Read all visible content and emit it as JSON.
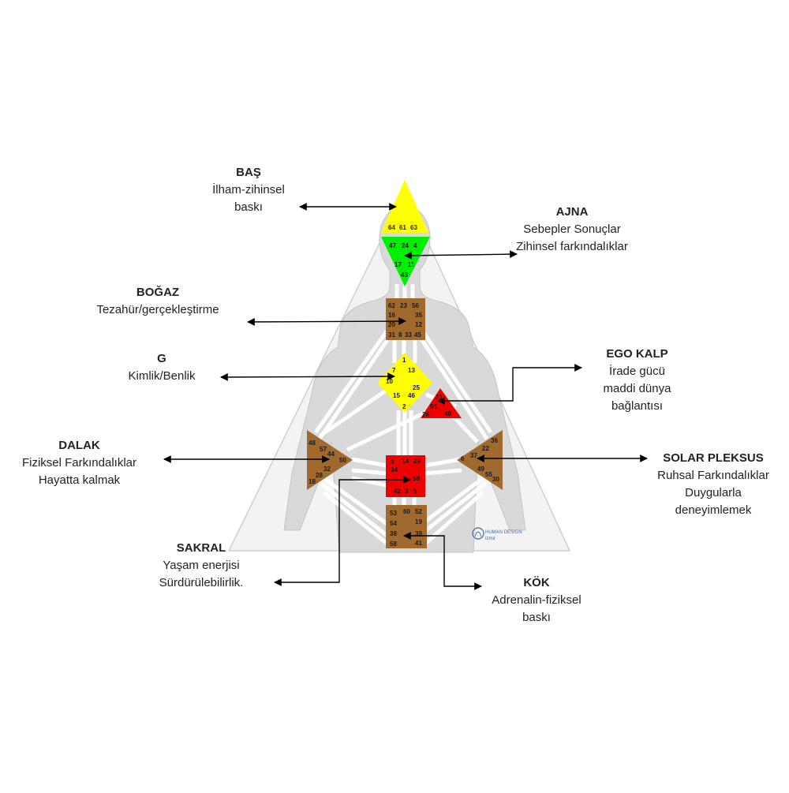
{
  "centers": {
    "head": {
      "title": "BAŞ",
      "lines": [
        "İlham-zihinsel",
        "baskı"
      ],
      "color": "#ffff00",
      "gates": [
        "64",
        "61",
        "63"
      ]
    },
    "ajna": {
      "title": "AJNA",
      "lines": [
        "Sebepler  Sonuçlar",
        "Zihinsel farkındalıklar"
      ],
      "color": "#00ee00",
      "gates": [
        "47",
        "24",
        "4",
        "17",
        "11",
        "43"
      ]
    },
    "throat": {
      "title": "BOĞAZ",
      "lines": [
        "Tezahür/gerçekleştirme"
      ],
      "color": "#a0692e",
      "gates": [
        "62",
        "23",
        "56",
        "16",
        "35",
        "20",
        "12",
        "31",
        "8",
        "33",
        "45"
      ]
    },
    "g": {
      "title": "G",
      "lines": [
        "Kimlik/Benlik"
      ],
      "color": "#ffff00",
      "gates": [
        "1",
        "7",
        "13",
        "10",
        "25",
        "15",
        "46",
        "2"
      ]
    },
    "ego": {
      "title": "EGO KALP",
      "lines": [
        "İrade gücü",
        "maddi dünya",
        "bağlantısı"
      ],
      "color": "#ee0000",
      "gates": [
        "21",
        "51",
        "26",
        "40"
      ]
    },
    "spleen": {
      "title": "DALAK",
      "lines": [
        "Fiziksel Farkındalıklar",
        "Hayatta kalmak"
      ],
      "color": "#a0692e",
      "gates": [
        "48",
        "57",
        "44",
        "50",
        "32",
        "28",
        "18"
      ]
    },
    "solar": {
      "title": "SOLAR PLEKSUS",
      "lines": [
        "Ruhsal Farkındalıklar",
        "Duygularla",
        "deneyimlemek"
      ],
      "color": "#a0692e",
      "gates": [
        "36",
        "22",
        "37",
        "6",
        "49",
        "55",
        "30"
      ]
    },
    "sacral": {
      "title": "SAKRAL",
      "lines": [
        "Yaşam enerjisi",
        "Sürdürülebilirlik."
      ],
      "color": "#ee0000",
      "gates": [
        "5",
        "14",
        "29",
        "34",
        "59",
        "42",
        "3",
        "9"
      ]
    },
    "root": {
      "title": "KÖK",
      "lines": [
        "Adrenalin-fiziksel",
        "baskı"
      ],
      "color": "#a0692e",
      "gates": [
        "53",
        "60",
        "52",
        "54",
        "19",
        "38",
        "39",
        "58",
        "41"
      ]
    }
  },
  "logo": {
    "line1": "HUMAN DESIGN",
    "line2": "İzmir"
  }
}
